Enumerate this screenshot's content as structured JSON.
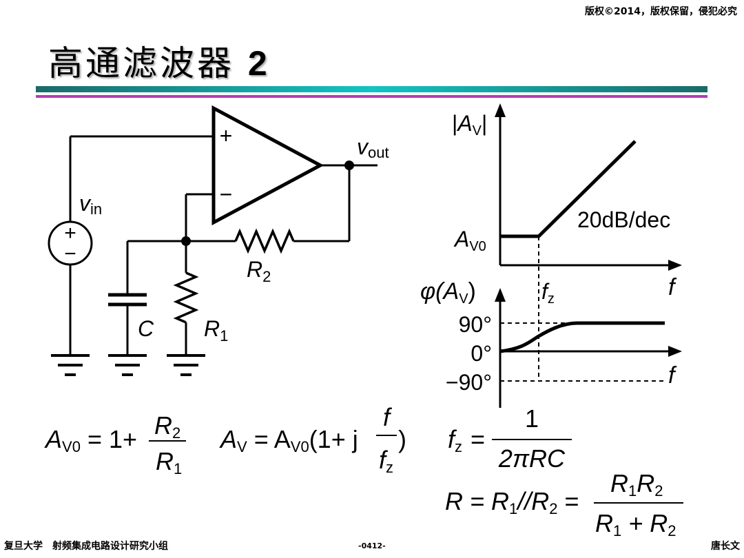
{
  "header": {
    "copyright": "版权©2014，版权保留，侵犯必究",
    "title": "高通滤波器",
    "title_number": "2"
  },
  "circuit": {
    "input_label": "v",
    "input_sub": "in",
    "output_label": "v",
    "output_sub": "out",
    "plus": "+",
    "minus": "−",
    "cap_label": "C",
    "r1_label": "R",
    "r1_sub": "1",
    "r2_label": "R",
    "r2_sub": "2"
  },
  "magnitude_plot": {
    "ylabel": "A",
    "ylabel_sub": "V",
    "level_label": "A",
    "level_sub": "V0",
    "slope_label": "20dB/dec",
    "xlabel": "f",
    "fz_label": "f",
    "fz_sub": "z"
  },
  "phase_plot": {
    "ylabel_phi": "φ(",
    "ylabel_a": "A",
    "ylabel_sub": "V",
    "ylabel_close": ")",
    "tick_90": "90°",
    "tick_0": "0°",
    "tick_m90": "−90°",
    "xlabel_top": "f",
    "xlabel_bottom": "f"
  },
  "equations": {
    "eq1_lhs": "A",
    "eq1_lhs_sub": "V0",
    "eq1_rhs": "= 1+",
    "eq1_num": "R",
    "eq1_num_sub": "2",
    "eq1_den": "R",
    "eq1_den_sub": "1",
    "eq2_lhs": "A",
    "eq2_lhs_sub": "V",
    "eq2_mid": "= A",
    "eq2_mid_sub": "V0",
    "eq2_paren": "(1+ j",
    "eq2_num": "f",
    "eq2_den": "f",
    "eq2_den_sub": "z",
    "eq2_close": ")",
    "eq3_lhs": "f",
    "eq3_lhs_sub": "z",
    "eq3_eq": "=",
    "eq3_num": "1",
    "eq3_den": "2πRC",
    "eq4_lhs": "R = R",
    "eq4_lhs_sub1": "1",
    "eq4_par": "//R",
    "eq4_lhs_sub2": "2",
    "eq4_eq": "=",
    "eq4_num": "R",
    "eq4_num_sub1": "1",
    "eq4_num_r": "R",
    "eq4_num_sub2": "2",
    "eq4_den": "R",
    "eq4_den_sub1": "1",
    "eq4_den_plus": " + R",
    "eq4_den_sub2": "2"
  },
  "footer": {
    "left": "复旦大学　射频集成电路设计研究小组",
    "page": "-0412-",
    "right": "唐长文"
  },
  "colors": {
    "bar_teal": "#1a6a6a",
    "bar_cyan": "#12c4c4",
    "bar_magenta": "#b43cb4"
  }
}
